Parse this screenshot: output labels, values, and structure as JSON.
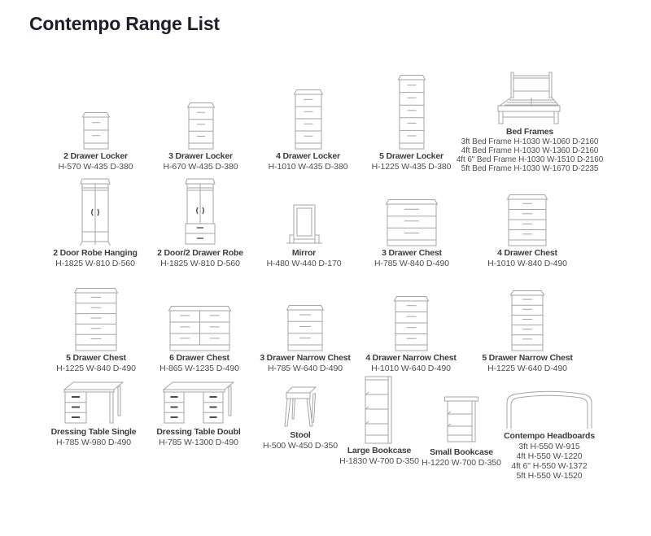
{
  "page": {
    "title": "Contempo Range List"
  },
  "items": {
    "locker2": {
      "name": "2 Drawer Locker",
      "dims": "H-570 W-435 D-380"
    },
    "locker3": {
      "name": "3 Drawer Locker",
      "dims": "H-670 W-435 D-380"
    },
    "locker4": {
      "name": "4 Drawer Locker",
      "dims": "H-1010 W-435 D-380"
    },
    "locker5": {
      "name": "5 Drawer Locker",
      "dims": "H-1225 W-435 D-380"
    },
    "robe_hanging": {
      "name": "2 Door Robe Hanging",
      "dims": "H-1825 W-810 D-560"
    },
    "robe_drawer": {
      "name": "2 Door/2 Drawer Robe",
      "dims": "H-1825 W-810 D-560"
    },
    "mirror": {
      "name": "Mirror",
      "dims": "H-480 W-440 D-170"
    },
    "chest3": {
      "name": "3 Drawer Chest",
      "dims": "H-785 W-840 D-490"
    },
    "chest4": {
      "name": "4 Drawer Chest",
      "dims": "H-1010 W-840 D-490"
    },
    "chest5": {
      "name": "5 Drawer Chest",
      "dims": "H-1225 W-840 D-490"
    },
    "chest6": {
      "name": "6 Drawer Chest",
      "dims": "H-865 W-1235 D-490"
    },
    "narrow3": {
      "name": "3 Drawer Narrow Chest",
      "dims": "H-785 W-640 D-490"
    },
    "narrow4": {
      "name": "4 Drawer Narrow Chest",
      "dims": "H-1010 W-640 D-490"
    },
    "narrow5": {
      "name": "5 Drawer Narrow Chest",
      "dims": "H-1225 W-640 D-490"
    },
    "dressing_single": {
      "name": "Dressing Table Single",
      "dims": "H-785 W-980 D-490"
    },
    "dressing_double": {
      "name": "Dressing Table Doubl",
      "dims": "H-785 W-1300 D-490"
    },
    "stool": {
      "name": "Stool",
      "dims": "H-500 W-450 D-350"
    },
    "bookcase_large": {
      "name": "Large Bookcase",
      "dims": "H-1830 W-700 D-350"
    },
    "bookcase_small": {
      "name": "Small Bookcase",
      "dims": "H-1220 W-700 D-350"
    }
  },
  "bed_frames": {
    "title": "Bed Frames",
    "lines": [
      "3ft Bed Frame H-1030 W-1060 D-2160",
      "4ft Bed Frame H-1030 W-1360 D-2160",
      "4ft 6\" Bed Frame H-1030 W-1510 D-2160",
      "5ft Bed Frame H-1030 W-1670 D-2235"
    ]
  },
  "headboards": {
    "title": "Contempo Headboards",
    "lines": [
      "3ft H-550 W-915",
      "4ft H-550 W-1220",
      "4ft 6\" H-550 W-1372",
      "5ft H-550 W-1520"
    ]
  },
  "colors": {
    "title_text": "#1c1e2a",
    "label_text": "#3d3d3d",
    "line_art": "#a5a5a5",
    "handle": "#4a4a4a"
  }
}
